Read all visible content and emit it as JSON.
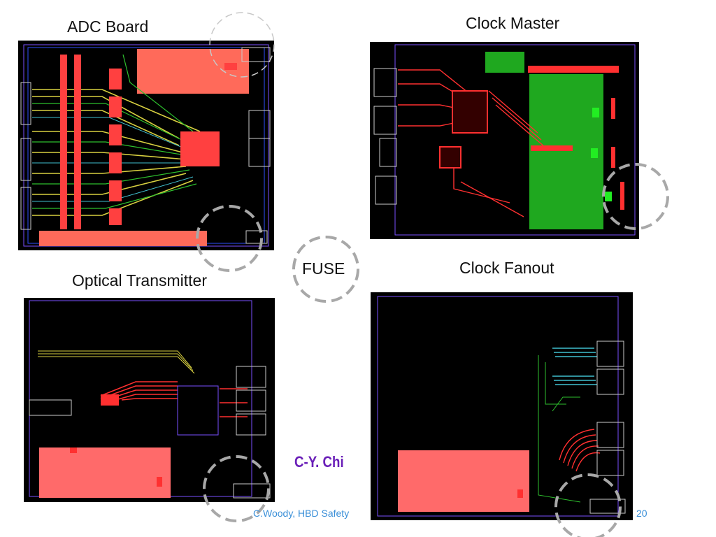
{
  "slide": {
    "boards": {
      "adc": {
        "title": "ADC Board"
      },
      "clock_master": {
        "title": "Clock Master"
      },
      "optical": {
        "title": "Optical Transmitter"
      },
      "clock_fanout": {
        "title": "Clock Fanout"
      }
    },
    "fuse_label": "FUSE",
    "author": "C-Y. Chi",
    "footer_text": "C.Woody, HBD Safety",
    "page_number": "20"
  },
  "colors": {
    "pcb_background": "#000000",
    "copper_red": "#ff5a5a",
    "trace_yellow": "#d8d040",
    "trace_green": "#2ec02e",
    "trace_cyan": "#40c0d0",
    "outline_purple": "#7a50ff",
    "circle_gray": "#a8a8a8",
    "author_purple": "#6a1fb8",
    "footer_blue": "#3a8fd8"
  }
}
